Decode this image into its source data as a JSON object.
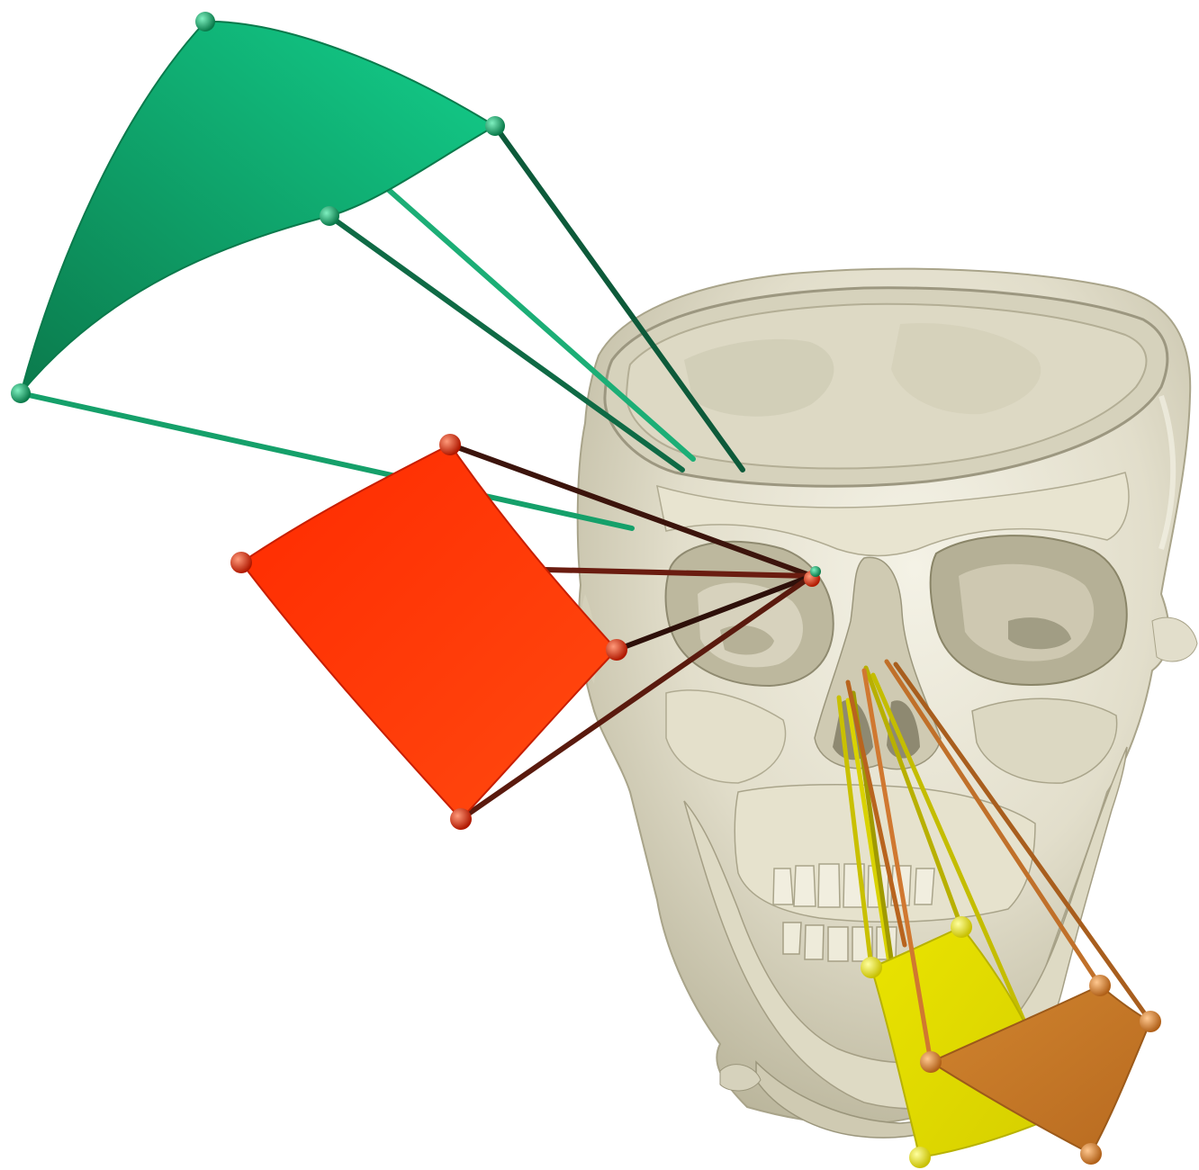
{
  "scene": {
    "background": "#ffffff",
    "skull": {
      "name": "skull-3d-render",
      "bone_color": "#e6e2cc",
      "shadow_color": "#8f8a70"
    },
    "frustums": [
      {
        "name": "frustum-green",
        "color": "#00a86b",
        "light": "#19d08a",
        "dark": "#0b6b45",
        "node": "#0f8a5a"
      },
      {
        "name": "frustum-red",
        "color": "#ff2a00",
        "light": "#ff5a20",
        "dark": "#4a1a10",
        "node": "#d42000"
      },
      {
        "name": "frustum-yellow",
        "color": "#e8e000",
        "light": "#f5f040",
        "dark": "#9a9400",
        "node": "#e0dc10"
      },
      {
        "name": "frustum-orange",
        "color": "#cc7a2a",
        "light": "#e08a3a",
        "dark": "#8a4a1a",
        "node": "#d4802a"
      }
    ]
  }
}
